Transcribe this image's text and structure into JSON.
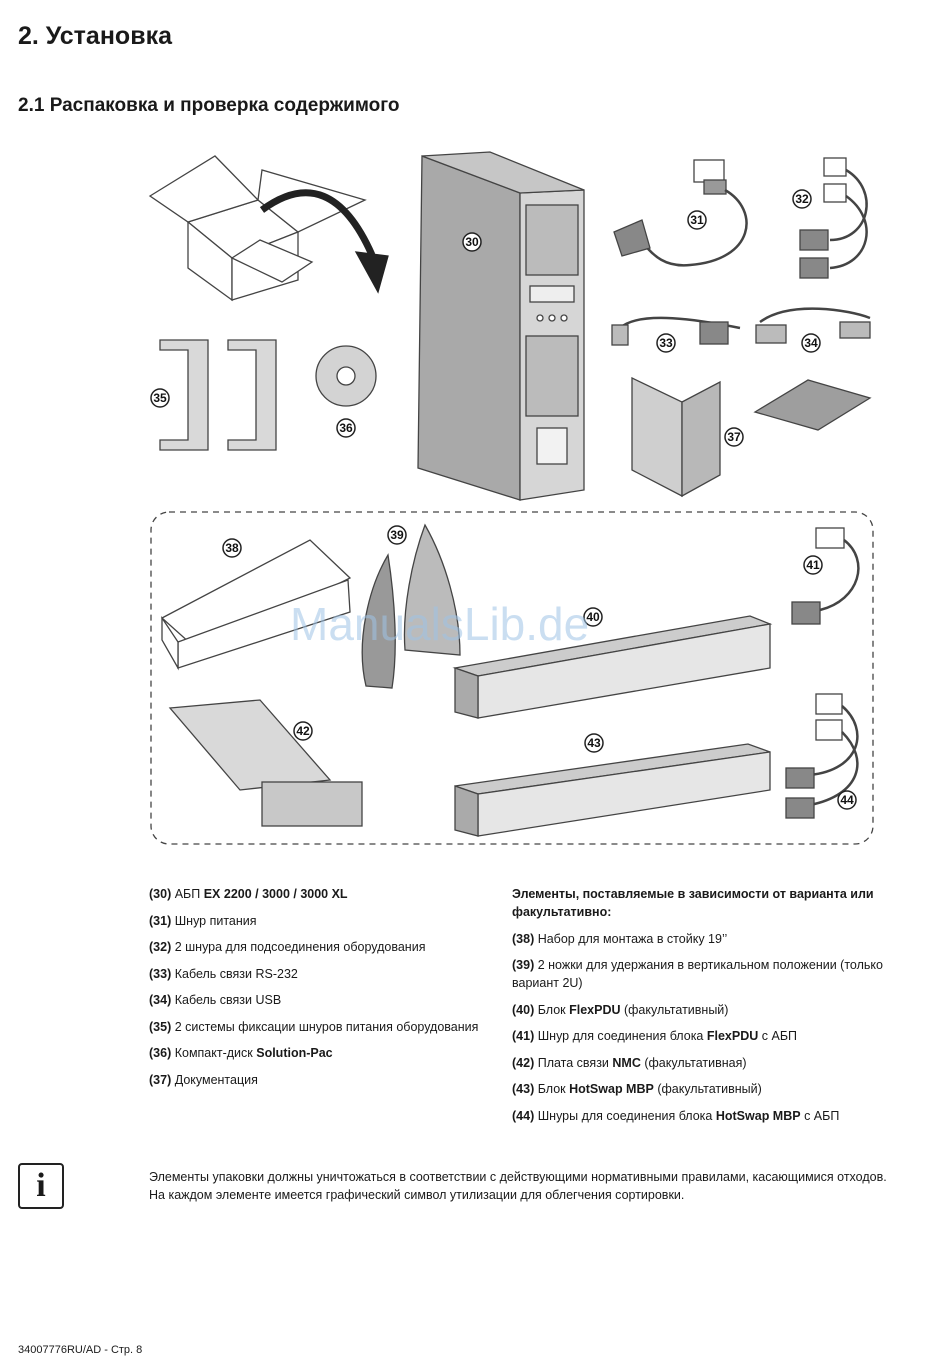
{
  "page": {
    "heading": "2. Установка",
    "subheading": "2.1 Распаковка и проверка содержимого",
    "watermark": "ManualsLib.de",
    "footer": "34007776RU/AD - Стр. 8"
  },
  "callouts": [
    "30",
    "31",
    "32",
    "33",
    "34",
    "35",
    "36",
    "37",
    "38",
    "39",
    "40",
    "41",
    "42",
    "43",
    "44"
  ],
  "left_items": [
    {
      "num": "(30)",
      "parts": [
        {
          "t": " АБП "
        },
        {
          "t": "EX  2200 / 3000 / 3000 XL",
          "b": true
        }
      ]
    },
    {
      "num": "(31)",
      "parts": [
        {
          "t": " Шнур питания"
        }
      ]
    },
    {
      "num": "(32)",
      "parts": [
        {
          "t": " 2 шнура для подсоединения оборудования"
        }
      ]
    },
    {
      "num": "(33)",
      "parts": [
        {
          "t": " Кабель связи RS-232"
        }
      ]
    },
    {
      "num": "(34)",
      "parts": [
        {
          "t": " Кабель связи USB"
        }
      ]
    },
    {
      "num": "(35)",
      "parts": [
        {
          "t": " 2 системы фиксации шнуров питания оборудования"
        }
      ]
    },
    {
      "num": "(36)",
      "parts": [
        {
          "t": " Компакт-диск "
        },
        {
          "t": "Solution-Pac",
          "b": true
        }
      ]
    },
    {
      "num": "(37)",
      "parts": [
        {
          "t": " Документация"
        }
      ]
    }
  ],
  "right_heading": "Элементы, поставляемые в зависимости от варианта или факультативно:",
  "right_items": [
    {
      "num": "(38)",
      "parts": [
        {
          "t": " Набор для монтажа в стойку 19’’"
        }
      ]
    },
    {
      "num": "(39)",
      "parts": [
        {
          "t": " 2 ножки для удержания в вертикальном положении (только вариант 2U)"
        }
      ]
    },
    {
      "num": "(40)",
      "parts": [
        {
          "t": " Блок "
        },
        {
          "t": "FlexPDU",
          "b": true
        },
        {
          "t": " (факультативный)"
        }
      ]
    },
    {
      "num": "(41)",
      "parts": [
        {
          "t": " Шнур для соединения блока "
        },
        {
          "t": "FlexPDU",
          "b": true
        },
        {
          "t": " с АБП"
        }
      ]
    },
    {
      "num": "(42)",
      "parts": [
        {
          "t": " Плата связи "
        },
        {
          "t": "NMC",
          "b": true
        },
        {
          "t": " (факультативная)"
        }
      ]
    },
    {
      "num": "(43)",
      "parts": [
        {
          "t": " Блок "
        },
        {
          "t": "HotSwap MBP",
          "b": true
        },
        {
          "t": " (факультативный)"
        }
      ]
    },
    {
      "num": "(44)",
      "parts": [
        {
          "t": " Шнуры для соединения блока "
        },
        {
          "t": "HotSwap MBP",
          "b": true
        },
        {
          "t": " с АБП"
        }
      ]
    }
  ],
  "info": {
    "icon": "info-icon",
    "glyph": "i",
    "note": "Элементы упаковки должны уничтожаться в соответствии с действующими нормативными правилами, касающимися отходов. На каждом элементе имеется графический символ утилизации для облегчения сортировки."
  }
}
